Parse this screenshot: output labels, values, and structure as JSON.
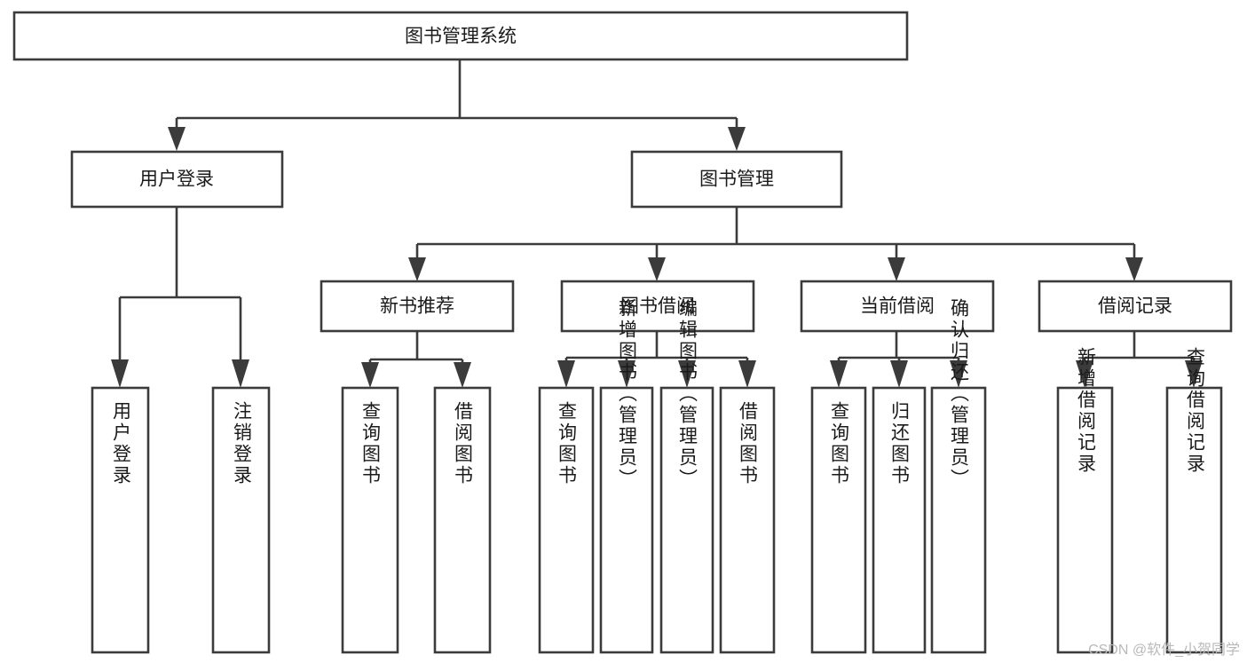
{
  "diagram": {
    "type": "tree-hierarchy",
    "title": "图书管理系统",
    "colors": {
      "stroke": "#3b3b3b",
      "box_fill": "#ffffff",
      "text": "#1a1a1a",
      "background": "#ffffff",
      "watermark": "#b9b9b9"
    },
    "root": {
      "label": "图书管理系统"
    },
    "level2": [
      {
        "label": "用户登录"
      },
      {
        "label": "图书管理"
      }
    ],
    "level3": [
      {
        "label": "新书推荐"
      },
      {
        "label": "图书借阅"
      },
      {
        "label": "当前借阅"
      },
      {
        "label": "借阅记录"
      }
    ],
    "leaves": {
      "user_login": [
        {
          "label": "用户登录"
        },
        {
          "label": "注销登录"
        }
      ],
      "new_book_recommend": [
        {
          "label": "查询图书"
        },
        {
          "label": "借阅图书"
        }
      ],
      "book_borrow": [
        {
          "label": "查询图书"
        },
        {
          "label": "新增图书（管理员）"
        },
        {
          "label": "编辑图书（管理员）"
        },
        {
          "label": "借阅图书"
        }
      ],
      "current_borrow": [
        {
          "label": "查询图书"
        },
        {
          "label": "归还图书"
        },
        {
          "label": "确认归还（管理员）"
        }
      ],
      "borrow_record": [
        {
          "label": "新增借阅记录"
        },
        {
          "label": "查询借阅记录"
        }
      ]
    }
  },
  "watermark": {
    "text": "CSDN @软件_小贺同学"
  }
}
